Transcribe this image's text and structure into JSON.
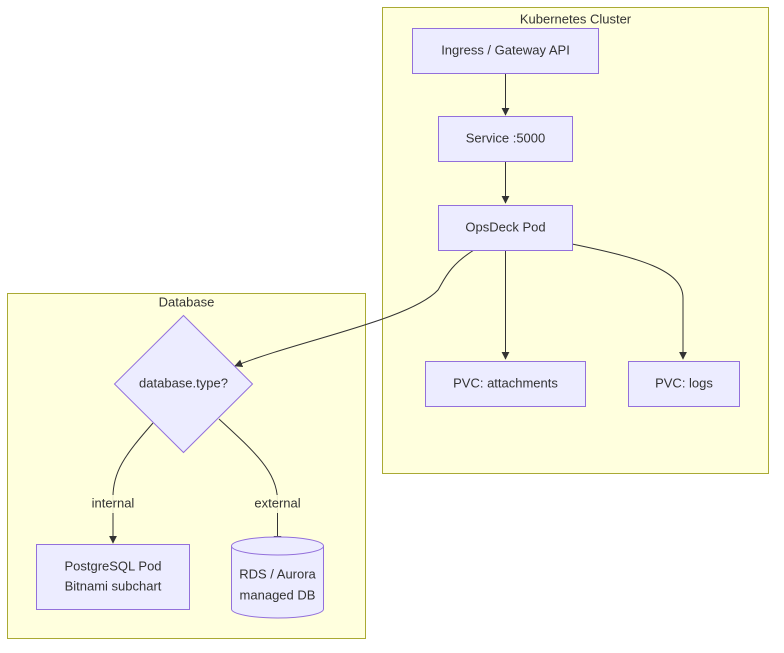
{
  "colors": {
    "cluster_fill": "#ffffde",
    "cluster_stroke": "#aaaa33",
    "node_fill": "#ececff",
    "node_stroke": "#9370db",
    "edge": "#333333",
    "text": "#333333"
  },
  "clusters": {
    "kubernetes": {
      "label": "Kubernetes Cluster"
    },
    "database": {
      "label": "Database"
    }
  },
  "nodes": {
    "ingress": {
      "label": "Ingress / Gateway API",
      "shape": "rectangle"
    },
    "service": {
      "label": "Service :5000",
      "shape": "rectangle"
    },
    "pod": {
      "label": "OpsDeck Pod",
      "shape": "rectangle"
    },
    "pvc_attachments": {
      "label": "PVC: attachments",
      "shape": "rectangle"
    },
    "pvc_logs": {
      "label": "PVC: logs",
      "shape": "rectangle"
    },
    "db_type": {
      "label": "database.type?",
      "shape": "diamond"
    },
    "postgres": {
      "line1": "PostgreSQL Pod",
      "line2": "Bitnami subchart",
      "shape": "rectangle"
    },
    "rds": {
      "line1": "RDS / Aurora",
      "line2": "managed DB",
      "shape": "cylinder"
    }
  },
  "edges": [
    {
      "from": "Ingress / Gateway API",
      "to": "Service :5000",
      "label": ""
    },
    {
      "from": "Service :5000",
      "to": "OpsDeck Pod",
      "label": ""
    },
    {
      "from": "OpsDeck Pod",
      "to": "PVC: attachments",
      "label": ""
    },
    {
      "from": "OpsDeck Pod",
      "to": "PVC: logs",
      "label": ""
    },
    {
      "from": "OpsDeck Pod",
      "to": "database.type?",
      "label": ""
    },
    {
      "from": "database.type?",
      "to": "PostgreSQL Pod",
      "label": "internal"
    },
    {
      "from": "database.type?",
      "to": "RDS / Aurora",
      "label": "external"
    }
  ],
  "edge_labels": {
    "internal": "internal",
    "external": "external"
  }
}
